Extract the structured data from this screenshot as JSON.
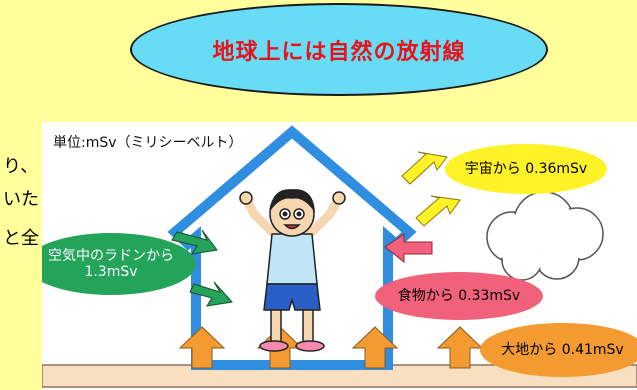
{
  "title": "地球上には自然の放射線",
  "side_text": [
    "り、",
    "いた",
    "と全"
  ],
  "diagram": {
    "unit_label": "単位:mSv（ミリシーベルト）",
    "sources": [
      {
        "key": "space",
        "label": "宇宙から 0.36mSv",
        "color": "#fff227"
      },
      {
        "key": "radon",
        "label_line1": "空気中のラドンから",
        "label_line2": "1.3mSv",
        "color": "#23a45a"
      },
      {
        "key": "food",
        "label": "食物から 0.33mSv",
        "color": "#f2617c"
      },
      {
        "key": "ground",
        "label": "大地から 0.41mSv",
        "color": "#f39a30"
      }
    ]
  }
}
